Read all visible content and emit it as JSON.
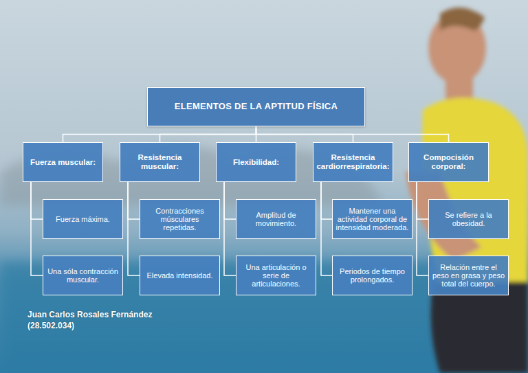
{
  "diagram": {
    "nodes": [
      {
        "text": [
          "ELEMENTOS DE LA APTITUD FÍSICA"
        ]
      },
      {
        "text": [
          "Fuerza muscular:"
        ]
      },
      {
        "text": [
          "Resistencia muscular:"
        ]
      },
      {
        "text": [
          "Flexibilidad:"
        ]
      },
      {
        "text": [
          "Resistencia cardiorrespiratoria:"
        ]
      },
      {
        "text": [
          "Compocisión corporal:"
        ]
      },
      {
        "text": [
          "Fuerza máxima."
        ]
      },
      {
        "text": [
          "Contracciones músculares repetidas."
        ]
      },
      {
        "text": [
          "Amplitud de movimiento."
        ]
      },
      {
        "text": [
          "Mantener una actividad corporal de intensidad moderada."
        ]
      },
      {
        "text": [
          "Se refiere a la obesidad."
        ]
      },
      {
        "text": [
          "Una sóla contracción muscular."
        ]
      },
      {
        "text": [
          "Elevada intensidad."
        ]
      },
      {
        "text": [
          "Una articulación o serie de articulaciones."
        ]
      },
      {
        "text": [
          "Periodos de tiempo prolongados."
        ]
      },
      {
        "text": [
          "Relación entre el peso en grasa y peso total del cuerpo."
        ]
      }
    ],
    "edges": [
      {
        "from": 0,
        "to": 1,
        "arrow": "none"
      },
      {
        "from": 0,
        "to": 2,
        "arrow": "none"
      },
      {
        "from": 0,
        "to": 3,
        "arrow": "none"
      },
      {
        "from": 0,
        "to": 4,
        "arrow": "none"
      },
      {
        "from": 0,
        "to": 5,
        "arrow": "none"
      },
      {
        "from": 1,
        "to": 6,
        "arrow": "none"
      },
      {
        "from": 1,
        "to": 11,
        "arrow": "none"
      },
      {
        "from": 2,
        "to": 7,
        "arrow": "none"
      },
      {
        "from": 2,
        "to": 12,
        "arrow": "none"
      },
      {
        "from": 3,
        "to": 8,
        "arrow": "none"
      },
      {
        "from": 3,
        "to": 13,
        "arrow": "none"
      },
      {
        "from": 4,
        "to": 9,
        "arrow": "none"
      },
      {
        "from": 4,
        "to": 14,
        "arrow": "none"
      },
      {
        "from": 5,
        "to": 10,
        "arrow": "none"
      },
      {
        "from": 5,
        "to": 15,
        "arrow": "none"
      }
    ],
    "labels": [
      "Juan Carlos Rosales Fernández",
      "(28.502.034)"
    ]
  }
}
